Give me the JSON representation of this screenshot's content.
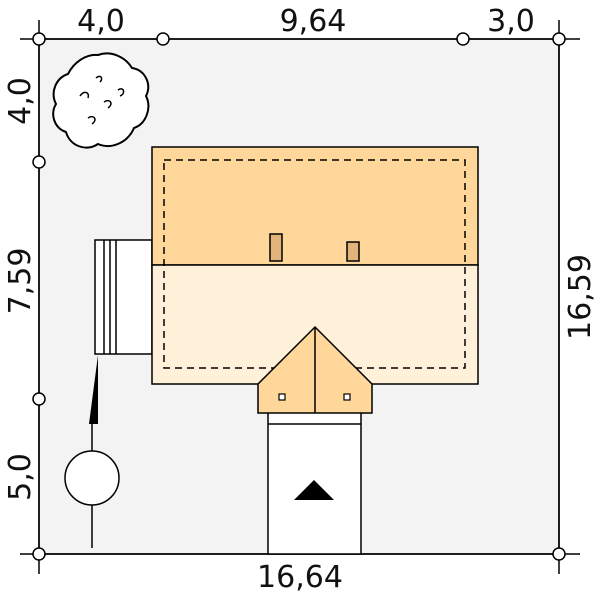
{
  "dimensions": {
    "top_left": "4,0",
    "top_middle": "9,64",
    "top_right": "3,0",
    "bottom_total": "16,64",
    "left_top": "4,0",
    "left_middle": "7,59",
    "left_bottom": "5,0",
    "right_total": "16,59"
  },
  "colors": {
    "plot_fill": "#f3f3f3",
    "roof_upper": "#ffd79a",
    "roof_lower": "#fff1d9",
    "gable": "#ffd79a",
    "chimney": "#e3b37c",
    "outline": "#000000"
  },
  "icons": {
    "tree": "tree-icon",
    "north_arrow": "north-arrow-icon",
    "entrance": "entrance-triangle-icon"
  }
}
